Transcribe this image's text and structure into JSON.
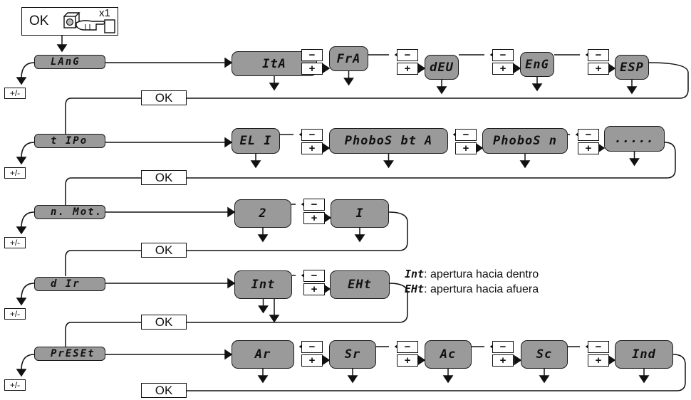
{
  "start": {
    "ok_label": "OK",
    "press_count": "x1",
    "icon": "hand-press-button-icon"
  },
  "pm_tag": "+/-",
  "plus": "+",
  "minus": "−",
  "ok": "OK",
  "rows": [
    {
      "menu": "LAnG",
      "options": [
        "ItA",
        "FrA",
        "dEU",
        "EnG",
        "ESP"
      ]
    },
    {
      "menu": "t IPo",
      "options": [
        "EL I",
        "PhoboS bt A",
        "PhoboS n",
        "....."
      ]
    },
    {
      "menu": "n. Mot.",
      "options": [
        "2",
        "I"
      ]
    },
    {
      "menu": "d Ir",
      "options": [
        "Int",
        "EHt"
      ]
    },
    {
      "menu": "PrESEt",
      "options": [
        "Ar",
        "Sr",
        "Ac",
        "Sc",
        "Ind"
      ]
    }
  ],
  "legend": [
    {
      "code": "Int",
      "text": ": apertura hacia dentro"
    },
    {
      "code": "EHt",
      "text": ": apertura hacia afuera"
    }
  ]
}
